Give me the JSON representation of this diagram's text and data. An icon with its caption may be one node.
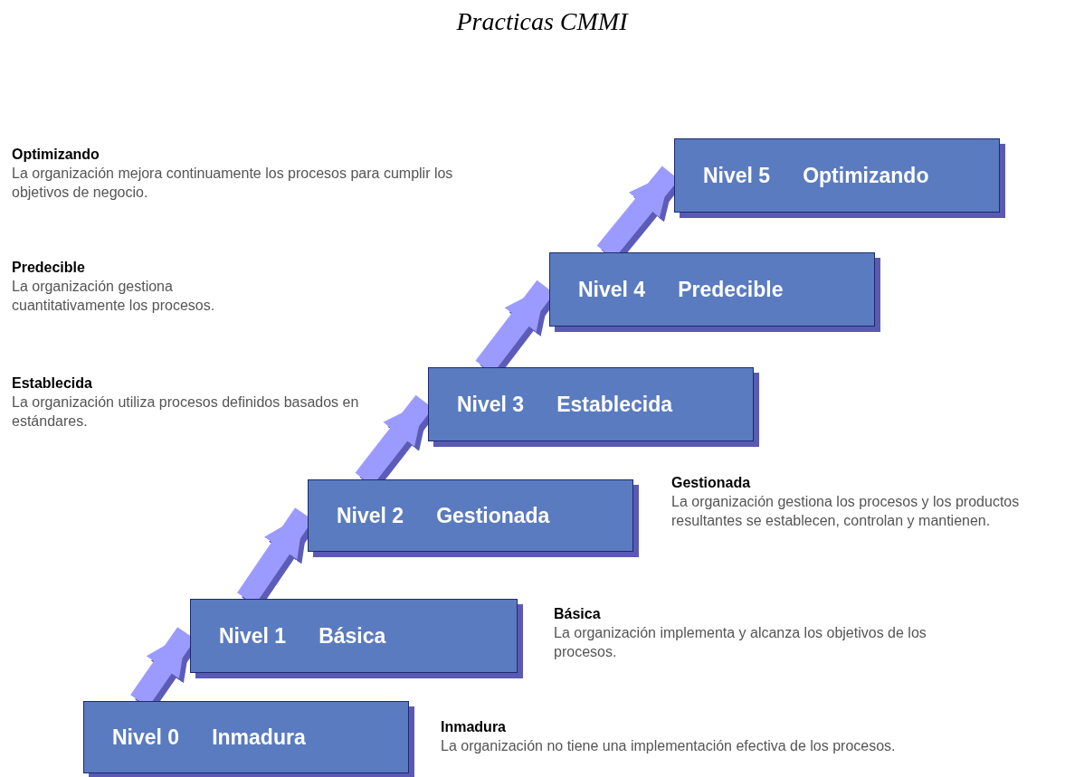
{
  "diagram": {
    "title": "Practicas CMMI",
    "nodes": [
      {
        "text": [
          "Nivel 0",
          "Inmadura"
        ],
        "beside": [
          "Inmadura",
          "La organización no tiene una implementación efectiva de los procesos."
        ]
      },
      {
        "text": [
          "Nivel 1",
          "Básica"
        ],
        "beside": [
          "Básica",
          "La organización implementa y alcanza los objetivos de los procesos."
        ]
      },
      {
        "text": [
          "Nivel 2",
          "Gestionada"
        ],
        "beside": [
          "Gestionada",
          "La organización gestiona los procesos y los productos resultantes se establecen, controlan y mantienen."
        ]
      },
      {
        "text": [
          "Nivel 3",
          "Establecida"
        ],
        "beside": [
          "Establecida",
          "La organización utiliza procesos definidos basados en estándares."
        ]
      },
      {
        "text": [
          "Nivel 4",
          "Predecible"
        ],
        "beside": [
          "Predecible",
          "La organización gestiona cuantitativamente los procesos."
        ]
      },
      {
        "text": [
          "Nivel 5",
          "Optimizando"
        ],
        "beside": [
          "Optimizando",
          "La organización mejora continuamente los procesos para cumplir los objetivos de negocio."
        ]
      }
    ],
    "edges": [
      {
        "from": 0,
        "to": 1,
        "arrow": "to"
      },
      {
        "from": 1,
        "to": 2,
        "arrow": "to"
      },
      {
        "from": 2,
        "to": 3,
        "arrow": "to"
      },
      {
        "from": 3,
        "to": 4,
        "arrow": "to"
      },
      {
        "from": 4,
        "to": 5,
        "arrow": "to"
      }
    ]
  }
}
